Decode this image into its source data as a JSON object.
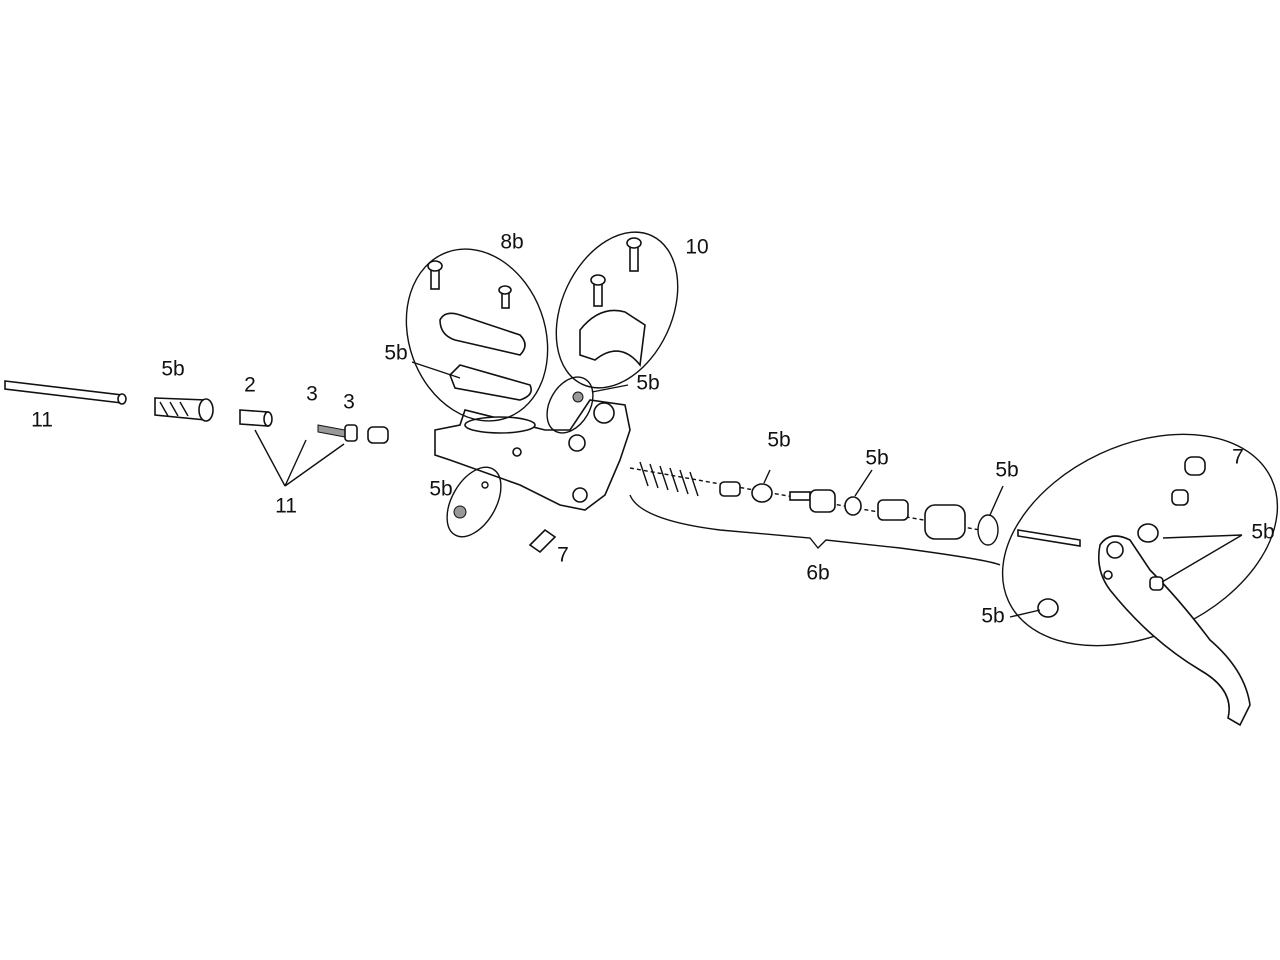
{
  "title": "Brake lever exploded parts diagram",
  "labels": {
    "hose_left": "11",
    "barb_cover": "5b",
    "olive": "2",
    "insert_a": "3",
    "insert_b": "3",
    "hose_kit": "11",
    "reservoir_cover_kit": "8b",
    "clamp_kit": "10",
    "diaphragm": "5b",
    "bleed_screw_top": "5b",
    "bleed_screw_side": "5b",
    "pivot_bushing": "7",
    "piston_cup": "5b",
    "piston_seal": "5b",
    "circlip": "5b",
    "piston_assembly": "6b",
    "lever_kit": "7",
    "lever_bushings": "5b",
    "lever_bearing": "5b"
  },
  "colors": {
    "line": "#111111",
    "background": "#ffffff"
  }
}
